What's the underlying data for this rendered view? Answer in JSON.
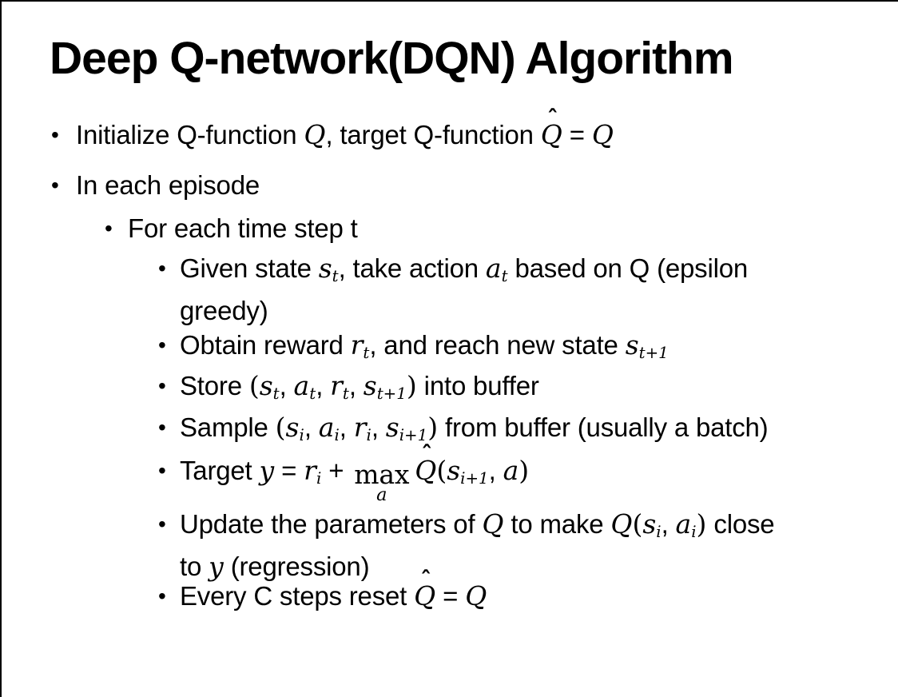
{
  "colors": {
    "background": "#ffffff",
    "text": "#000000",
    "border": "#000000"
  },
  "glyphs": {
    "bullet": "•",
    "hat": "ˆ"
  },
  "title": "Deep Q-network(DQN) Algorithm",
  "bullets": {
    "b1": {
      "t1": "Initialize Q-function ",
      "v1": "Q",
      "t2": ", target Q-function ",
      "v2": "Q",
      "eq": " = ",
      "v3": "Q"
    },
    "b2": {
      "t1": "In each episode"
    },
    "b3": {
      "t1": "For each time step t"
    },
    "b4": {
      "t1": "Given state ",
      "v1": "s",
      "s1": "t",
      "t2": ", take action ",
      "v2": "a",
      "s2": "t",
      "t3": " based on Q (epsilon",
      "t4": "greedy)"
    },
    "b5": {
      "t1": "Obtain reward ",
      "v1": "r",
      "s1": "t",
      "t2": ", and reach new state ",
      "v2": "s",
      "s2": "t+1"
    },
    "b6": {
      "t1": "Store ",
      "open": "(",
      "v1": "s",
      "s1": "t",
      "c1": ", ",
      "v2": "a",
      "s2": "t",
      "c2": ", ",
      "v3": "r",
      "s3": "t",
      "c3": ", ",
      "v4": "s",
      "s4": "t+1",
      "close": ")",
      "t2": " into buffer"
    },
    "b7": {
      "t1": "Sample ",
      "open": "(",
      "v1": "s",
      "s1": "i",
      "c1": ", ",
      "v2": "a",
      "s2": "i",
      "c2": ", ",
      "v3": "r",
      "s3": "i",
      "c3": ", ",
      "v4": "s",
      "s4": "i+1",
      "close": ")",
      "t2": " from buffer (usually a batch)"
    },
    "b8": {
      "t1": "Target ",
      "v1": "y",
      "eq": " = ",
      "v2": "r",
      "s1": "i",
      "plus": " + ",
      "max": "max",
      "under": "a",
      "v3": "Q",
      "open": "(",
      "v4": "s",
      "s2": "i+1",
      "c1": ", ",
      "v5": "a",
      "close": ")"
    },
    "b9": {
      "t1": "Update the parameters of ",
      "v1": "Q",
      "t2": " to make ",
      "v2": "Q",
      "open": "(",
      "v3": "s",
      "s1": "i",
      "c1": ", ",
      "v4": "a",
      "s2": "i",
      "close": ")",
      "t3": " close",
      "t4": "to ",
      "v5": "y",
      "t5": " (regression)"
    },
    "b10": {
      "t1": "Every C steps reset ",
      "v1": "Q",
      "eq": " = ",
      "v2": "Q"
    }
  }
}
